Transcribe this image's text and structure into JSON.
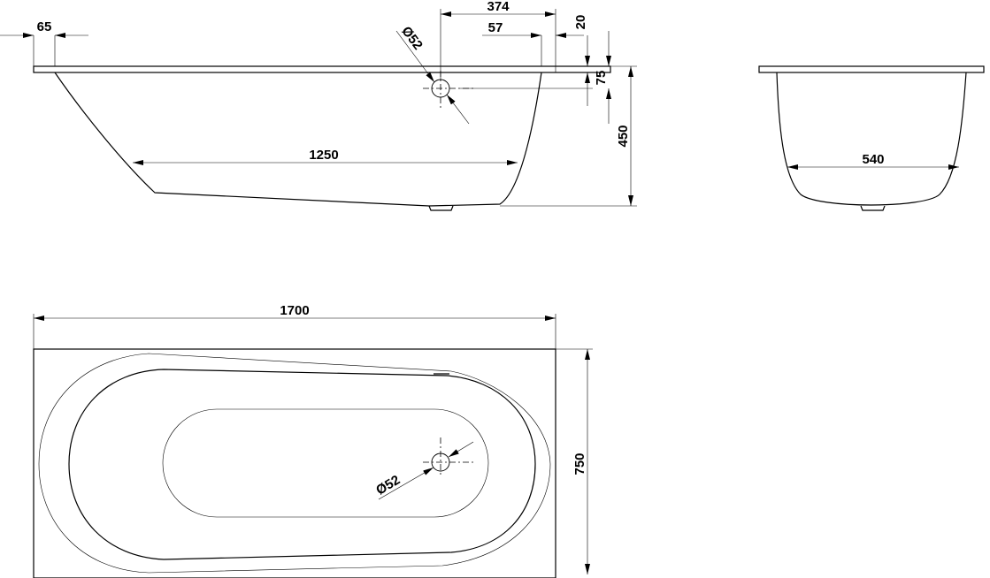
{
  "dimensions": {
    "rim_65": "65",
    "drain_374": "374",
    "drain_57": "57",
    "rim_20": "20",
    "overflow_diameter": "Ø52",
    "overflow_75": "75",
    "height_450": "450",
    "bottom_1250": "1250",
    "width_540": "540",
    "length_1700": "1700",
    "width_750": "750",
    "drain_diameter": "Ø52"
  },
  "colors": {
    "line": "#000000",
    "background": "#ffffff"
  }
}
